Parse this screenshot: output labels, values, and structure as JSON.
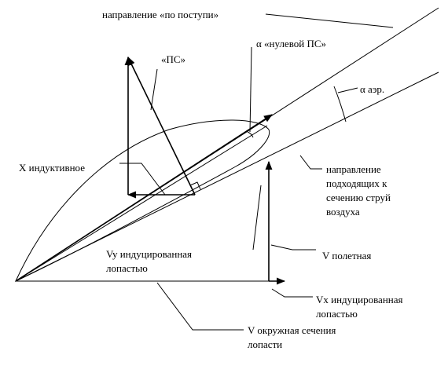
{
  "labels": {
    "flow_direction": "направление «по поступи»",
    "ps": "«ПС»",
    "alpha_zero_ps": "α «нулевой ПС»",
    "alpha_aero": "α аэр.",
    "x_inductive": "X индуктивное",
    "incoming_flow_l1": "направление",
    "incoming_flow_l2": "подходящих к",
    "incoming_flow_l3": "сечению струй",
    "incoming_flow_l4": "воздуха",
    "vy_induced_l1": "Vy индуцированная",
    "vy_induced_l2": "лопастью",
    "v_flight": "V полетная",
    "vx_induced_l1": "Vx индуцированная",
    "vx_induced_l2": "лопастью",
    "v_circumferential_l1": "V окружная сечения",
    "v_circumferential_l2": "лопасти"
  }
}
